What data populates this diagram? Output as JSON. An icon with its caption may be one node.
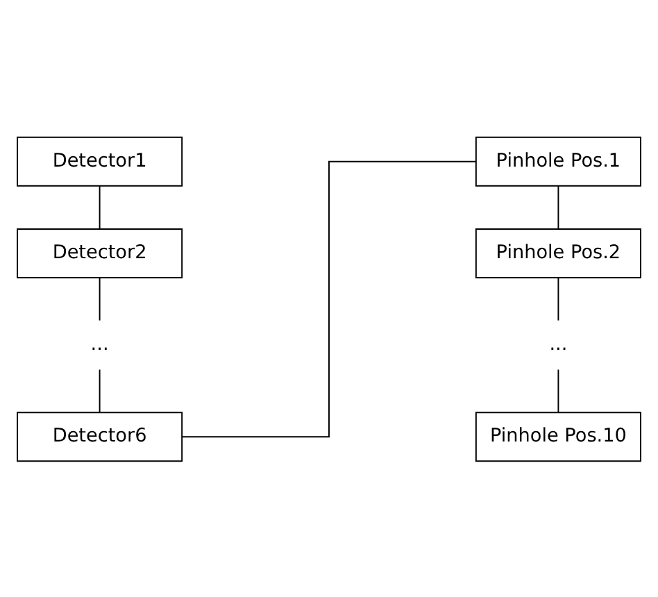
{
  "diagram": {
    "nodes": [
      {
        "text": [
          "Detector1"
        ]
      },
      {
        "text": [
          "Detector2"
        ]
      },
      {
        "text": [
          "..."
        ]
      },
      {
        "text": [
          "Detector6"
        ]
      },
      {
        "text": [
          "Pinhole Pos.1"
        ]
      },
      {
        "text": [
          "Pinhole Pos.2"
        ]
      },
      {
        "text": [
          "..."
        ]
      },
      {
        "text": [
          "Pinhole Pos.10"
        ]
      }
    ],
    "edges": [
      {
        "from": 0,
        "to": 1,
        "arrow": "none"
      },
      {
        "from": 1,
        "to": 2,
        "arrow": "none"
      },
      {
        "from": 2,
        "to": 3,
        "arrow": "none"
      },
      {
        "from": 3,
        "to": 4,
        "arrow": "none"
      },
      {
        "from": 4,
        "to": 5,
        "arrow": "none"
      },
      {
        "from": 5,
        "to": 6,
        "arrow": "none"
      },
      {
        "from": 6,
        "to": 7,
        "arrow": "none"
      }
    ]
  }
}
